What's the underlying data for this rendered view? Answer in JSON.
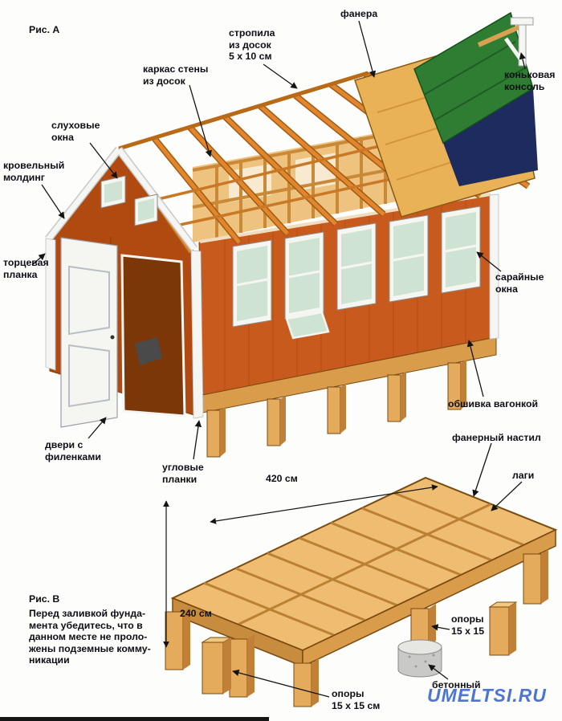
{
  "page": {
    "watermark": "UMELTSI.RU",
    "watermark_color": "#2f5ecb"
  },
  "figure_a": {
    "title": "Рис. А",
    "labels": {
      "fanera": "фанера",
      "stropila": "стропила\nиз досок\n5 x 10 см",
      "karkas_steny": "каркас стены\nиз досок",
      "sluhovye_okna": "слуховые\nокна",
      "krovelny_molding": "кровельный\nмолдинг",
      "tortsevaya_planka": "торцевая\nпланка",
      "konkovaya_konsol": "коньковая\nконсоль",
      "sarainye_okna": "сарайные\nокна",
      "obshivka": "обшивка вагонкой",
      "dveri": "двери с\nфиленками",
      "uglovye_planki": "угловые\nпланки"
    },
    "colors": {
      "wall": "#c95a1d",
      "wall_dark": "#b14a10",
      "frame_wood": "#e2862e",
      "frame_light": "#eec27f",
      "plywood": "#e9b257",
      "shingles": "#2e7d32",
      "shingles_shadow": "#1d2b5e",
      "trim": "#f5f5f2",
      "glass": "#cfe3d2"
    }
  },
  "figure_b": {
    "title": "Рис. В",
    "note": "Перед заливкой фунда-\nмента убедитесь, что в\nданном месте не проло-\nжены подземные комму-\nникации",
    "labels": {
      "fanerny_nastil": "фанерный настил",
      "lagi": "лаги",
      "opory_right": "опоры\n15 x 15",
      "opory_bottom": "опоры\n15 x 15 см",
      "betonny": "бетонный"
    },
    "dimensions": {
      "length": "420 см",
      "width": "240 см"
    },
    "colors": {
      "deck": "#eebd72",
      "deck_front": "#c78c3e",
      "deck_side": "#d89c4a",
      "post": "#e4ab5c",
      "post_side": "#c08038",
      "joist": "#bb8034",
      "concrete": "#c9c9c7",
      "concrete_top": "#e6e6e3"
    }
  }
}
